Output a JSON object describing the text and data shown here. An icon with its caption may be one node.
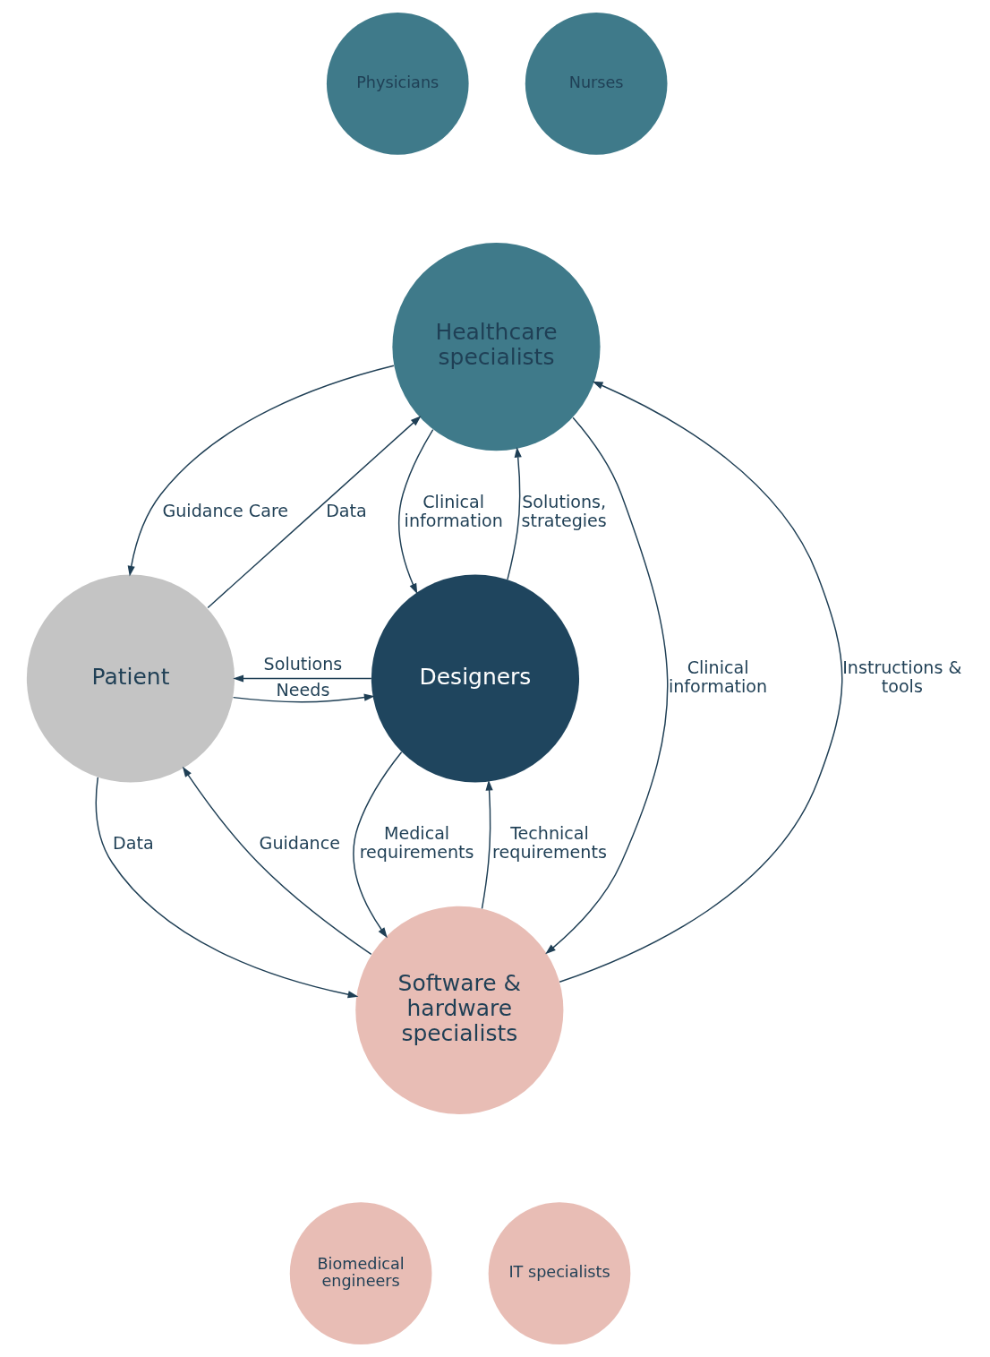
{
  "diagram": {
    "nodes": [
      {
        "text": [
          "Physicians"
        ]
      },
      {
        "text": [
          "Nurses"
        ]
      },
      {
        "text": [
          "Healthcare specialists"
        ]
      },
      {
        "text": [
          "Patient"
        ]
      },
      {
        "text": [
          "Designers"
        ]
      },
      {
        "text": [
          "Software & hardware specialists"
        ]
      },
      {
        "text": [
          "Biomedical engineers"
        ]
      },
      {
        "text": [
          "IT specialists"
        ]
      }
    ],
    "edges": [
      {
        "from": 5,
        "to": 2,
        "arrow": "to",
        "label": "Instructions & tools"
      },
      {
        "from": 2,
        "to": 5,
        "arrow": "to",
        "label": "Clinical information"
      },
      {
        "from": 4,
        "to": 2,
        "arrow": "to",
        "label": "Solutions, strategies"
      },
      {
        "from": 2,
        "to": 4,
        "arrow": "to",
        "label": "Clinical information"
      },
      {
        "from": 3,
        "to": 2,
        "arrow": "to",
        "label": "Data"
      },
      {
        "from": 2,
        "to": 3,
        "arrow": "to",
        "label": "Guidance Care"
      },
      {
        "from": 3,
        "to": 4,
        "arrow": "to",
        "label": "Needs"
      },
      {
        "from": 4,
        "to": 3,
        "arrow": "to",
        "label": "Solutions"
      },
      {
        "from": 3,
        "to": 5,
        "arrow": "to",
        "label": "Data"
      },
      {
        "from": 5,
        "to": 3,
        "arrow": "to",
        "label": "Guidance"
      },
      {
        "from": 5,
        "to": 4,
        "arrow": "to",
        "label": "Technical requirements"
      },
      {
        "from": 4,
        "to": 5,
        "arrow": "to",
        "label": "Medical requirements"
      }
    ]
  }
}
